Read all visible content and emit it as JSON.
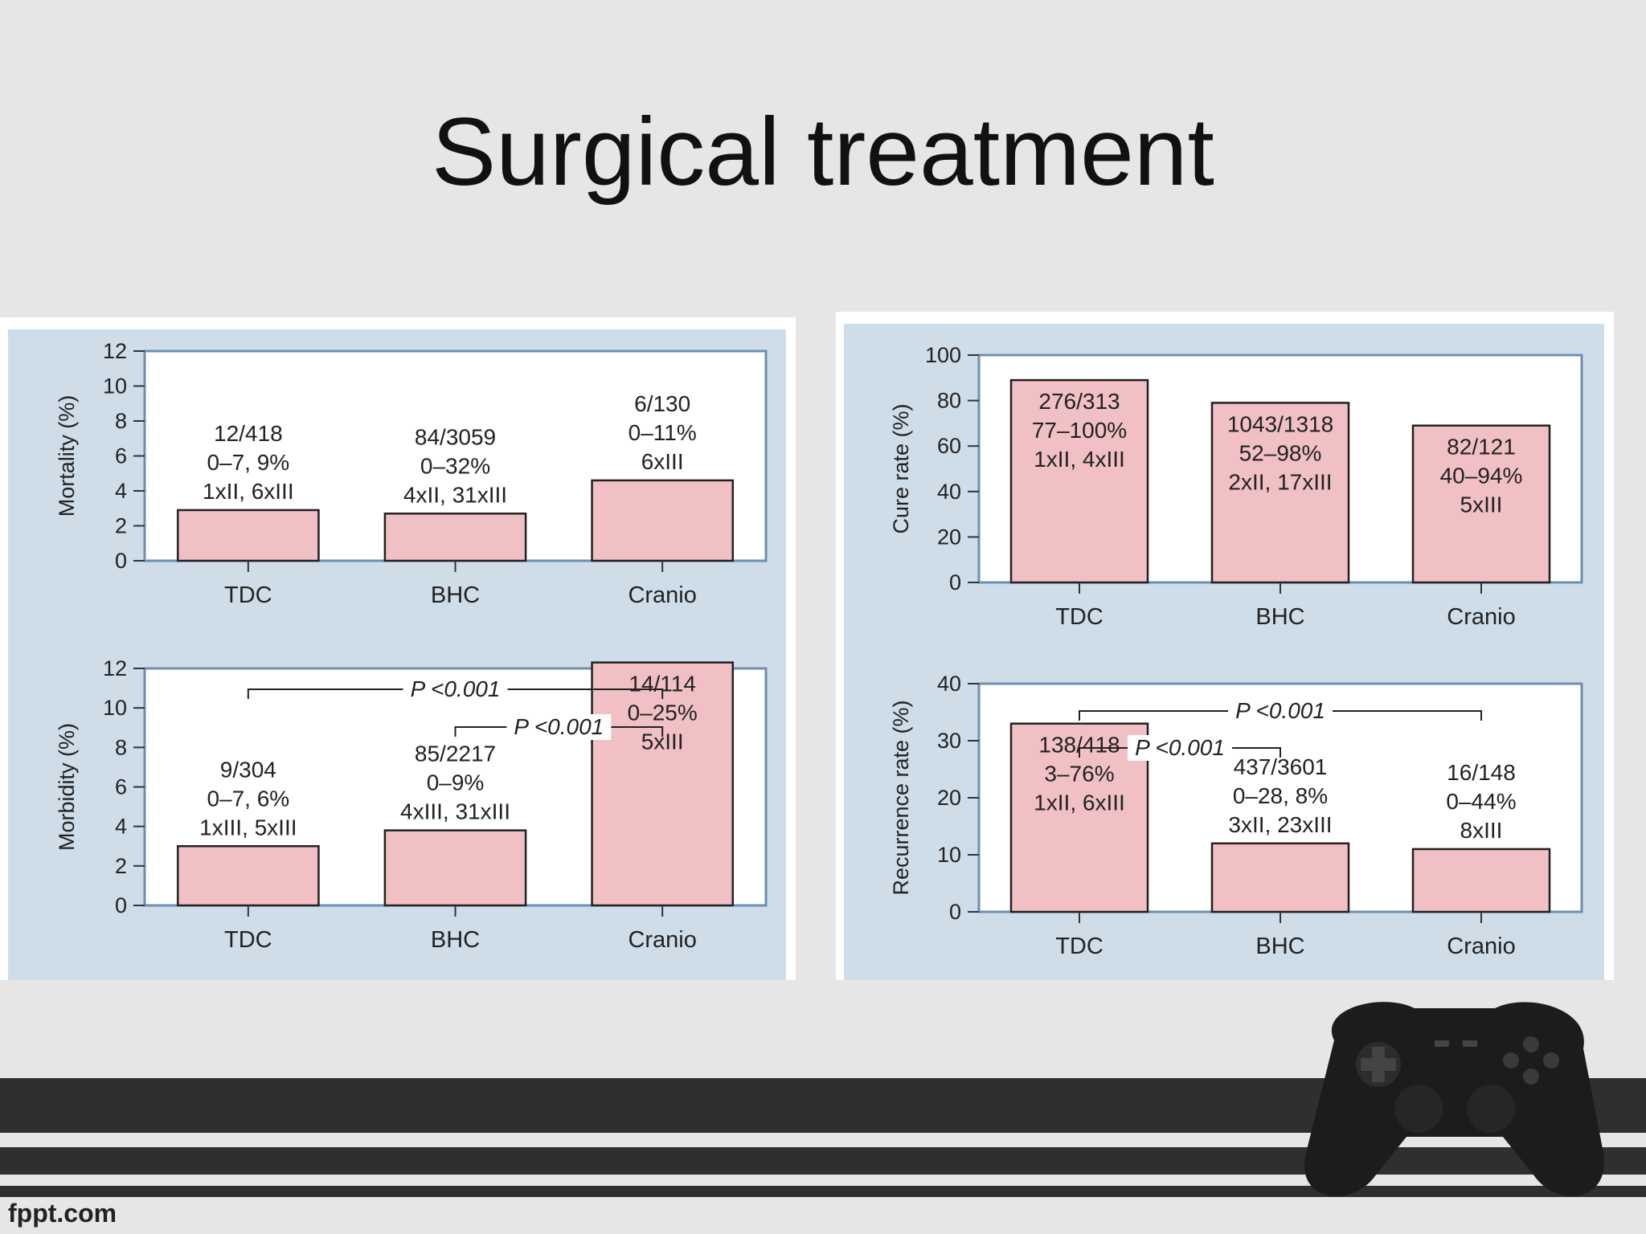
{
  "slide": {
    "title": "Surgical treatment",
    "footer": "fppt.com"
  },
  "colors": {
    "panel_bg": "#cfdde8",
    "bar_fill": "#f0c0c4",
    "bar_stroke": "#222222",
    "stripe": "#2f2f2f"
  },
  "chart_data": [
    {
      "id": "mortality",
      "type": "bar",
      "categories": [
        "TDC",
        "BHC",
        "Cranio"
      ],
      "values": [
        2.9,
        2.7,
        4.6
      ],
      "ylabel": "Mortality (%)",
      "ylim": [
        0,
        12
      ],
      "yticks": [
        0,
        2,
        4,
        6,
        8,
        10,
        12
      ],
      "labels": [
        [
          "12/418",
          "0–7, 9%",
          "1xII, 6xIII"
        ],
        [
          "84/3059",
          "0–32%",
          "4xII, 31xIII"
        ],
        [
          "6/130",
          "0–11%",
          "6xIII"
        ]
      ],
      "annotations": []
    },
    {
      "id": "morbidity",
      "type": "bar",
      "categories": [
        "TDC",
        "BHC",
        "Cranio"
      ],
      "values": [
        3.0,
        3.8,
        12.3
      ],
      "ylabel": "Morbidity (%)",
      "ylim": [
        0,
        12
      ],
      "yticks": [
        0,
        2,
        4,
        6,
        8,
        10,
        12
      ],
      "labels": [
        [
          "9/304",
          "0–7, 6%",
          "1xIII, 5xIII"
        ],
        [
          "85/2217",
          "0–9%",
          "4xIII, 31xIII"
        ],
        [
          "14/114",
          "0–25%",
          "5xIII"
        ]
      ],
      "annotations": [
        {
          "text": "P <0.001",
          "from": 0,
          "to": 2
        },
        {
          "text": "P <0.001",
          "from": 1,
          "to": 2
        }
      ]
    },
    {
      "id": "cure-rate",
      "type": "bar",
      "categories": [
        "TDC",
        "BHC",
        "Cranio"
      ],
      "values": [
        89,
        79,
        69
      ],
      "ylabel": "Cure rate (%)",
      "ylim": [
        0,
        100
      ],
      "yticks": [
        0,
        20,
        40,
        60,
        80,
        100
      ],
      "labels": [
        [
          "276/313",
          "77–100%",
          "1xII, 4xIII"
        ],
        [
          "1043/1318",
          "52–98%",
          "2xII, 17xIII"
        ],
        [
          "82/121",
          "40–94%",
          "5xIII"
        ]
      ],
      "annotations": []
    },
    {
      "id": "recurrence-rate",
      "type": "bar",
      "categories": [
        "TDC",
        "BHC",
        "Cranio"
      ],
      "values": [
        33,
        12,
        11
      ],
      "ylabel": "Recurrence rate (%)",
      "ylim": [
        0,
        40
      ],
      "yticks": [
        0,
        10,
        20,
        30,
        40
      ],
      "labels": [
        [
          "138/418",
          "3–76%",
          "1xII, 6xIII"
        ],
        [
          "437/3601",
          "0–28, 8%",
          "3xII, 23xIII"
        ],
        [
          "16/148",
          "0–44%",
          "8xIII"
        ]
      ],
      "annotations": [
        {
          "text": "P <0.001",
          "from": 0,
          "to": 2
        },
        {
          "text": "P <0.001",
          "from": 0,
          "to": 1
        }
      ]
    }
  ]
}
